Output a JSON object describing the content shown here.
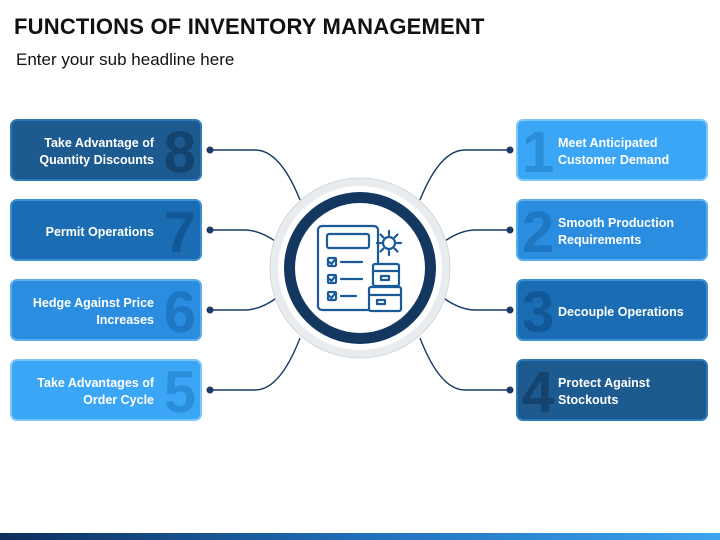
{
  "title": "FUNCTIONS OF INVENTORY MANAGEMENT",
  "subtitle": "Enter your sub headline here",
  "left_items": [
    {
      "number": "8",
      "label": "Take Advantage of Quantity Discounts"
    },
    {
      "number": "7",
      "label": "Permit Operations"
    },
    {
      "number": "6",
      "label": "Hedge Against Price Increases"
    },
    {
      "number": "5",
      "label": "Take Advantages of Order Cycle"
    }
  ],
  "right_items": [
    {
      "number": "1",
      "label": "Meet Anticipated Customer Demand"
    },
    {
      "number": "2",
      "label": "Smooth Production Requirements"
    },
    {
      "number": "3",
      "label": "Decouple Operations"
    },
    {
      "number": "4",
      "label": "Protect Against Stockouts"
    }
  ],
  "center_icon": "inventory-checklist-boxes-gear-icon",
  "colors": {
    "dark": "#1c5a8f",
    "medium": "#1a6db3",
    "light": "#2a8de0",
    "sky": "#3ba6f5",
    "hub_ring": "#14375f"
  }
}
